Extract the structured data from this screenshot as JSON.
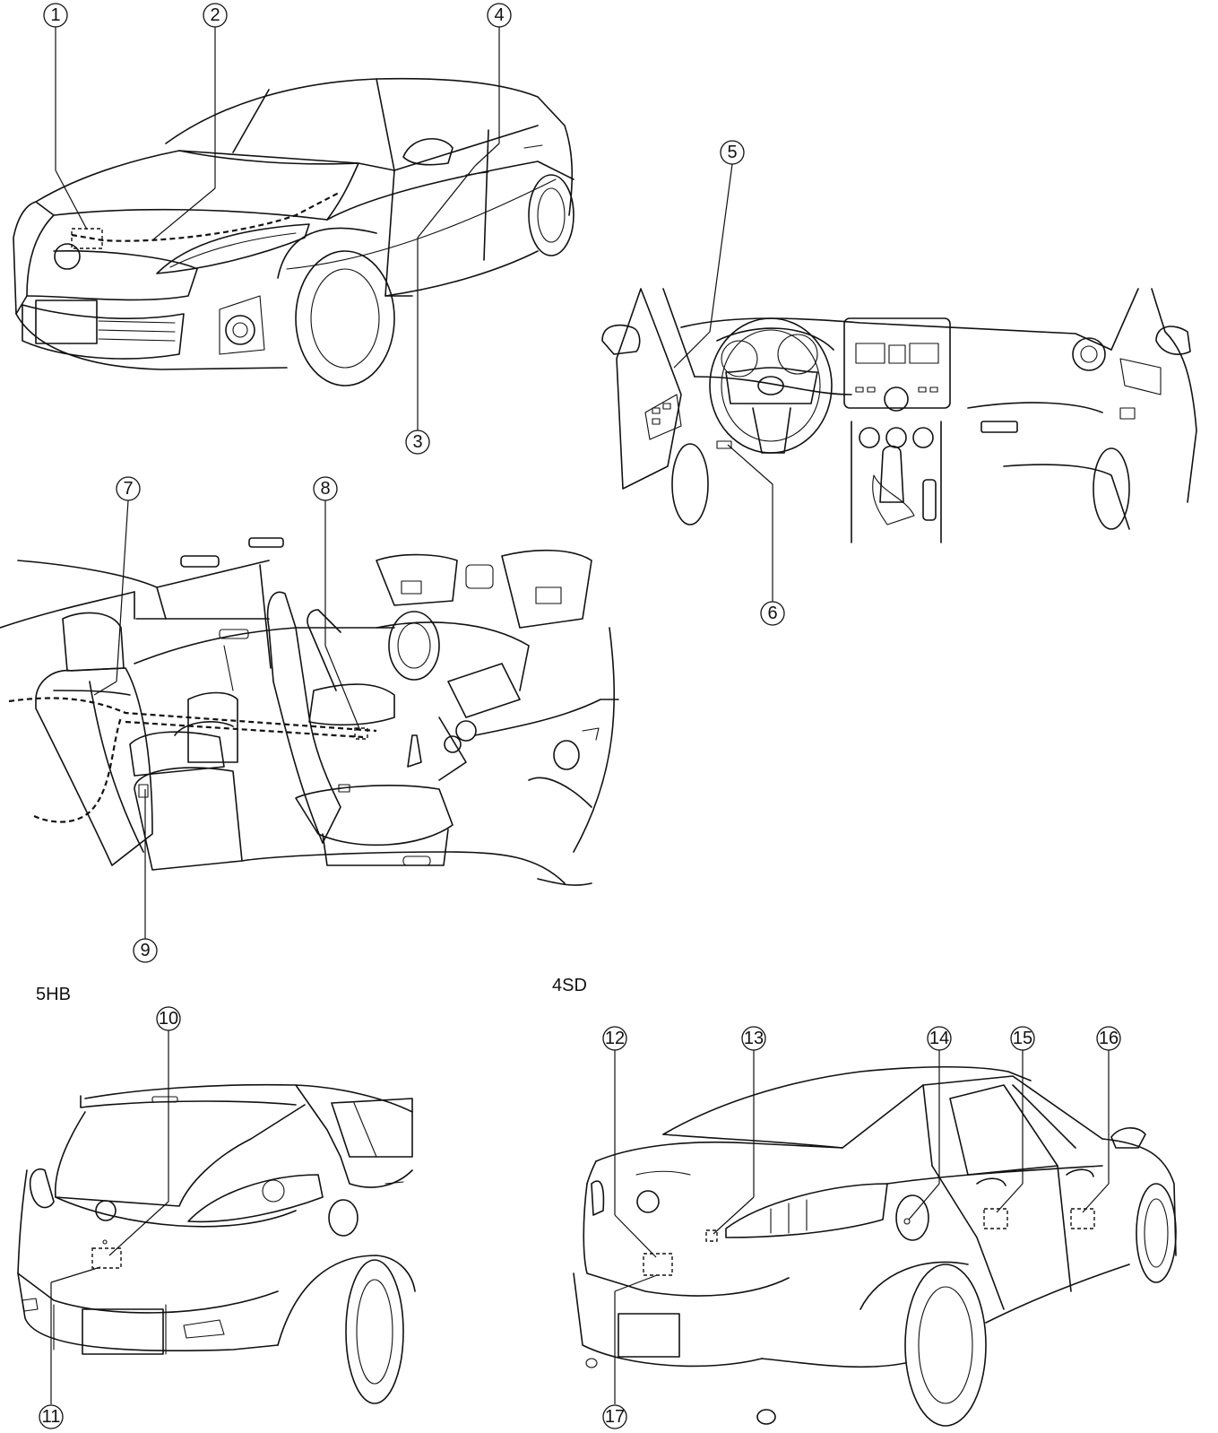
{
  "section_labels": {
    "hatchback": "5HB",
    "sedan": "4SD"
  },
  "callouts": [
    "1",
    "2",
    "3",
    "4",
    "5",
    "6",
    "7",
    "8",
    "9",
    "10",
    "11",
    "12",
    "13",
    "14",
    "15",
    "16",
    "17"
  ]
}
